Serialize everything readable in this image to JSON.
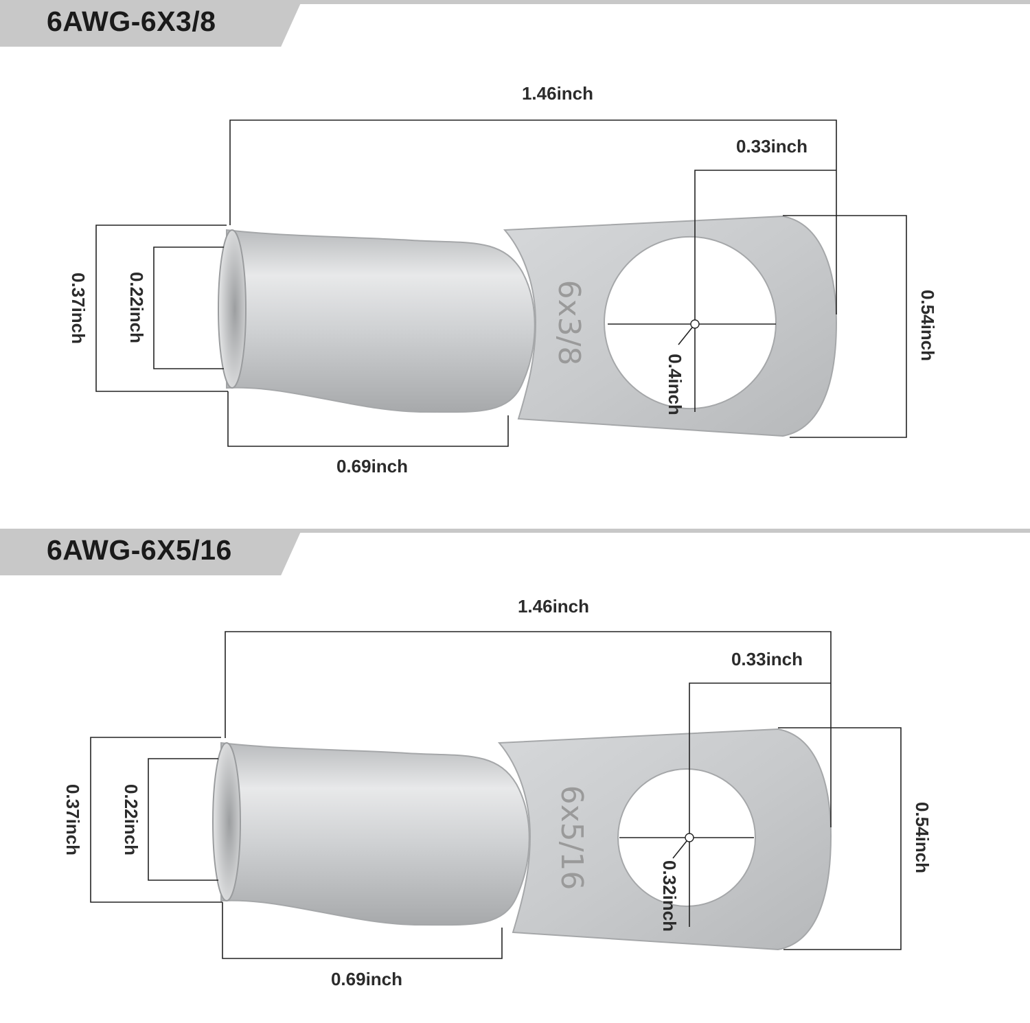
{
  "sections": [
    {
      "title": "6AWG-6X3/8",
      "stamp": "6x3/8",
      "dims": {
        "overall_length": "1.46inch",
        "hole_center_offset": "0.33inch",
        "outer_barrel_diameter": "0.37inch",
        "inner_barrel_diameter": "0.22inch",
        "barrel_length": "0.69inch",
        "tongue_width": "0.54inch",
        "hole_diameter": "0.4inch"
      }
    },
    {
      "title": "6AWG-6X5/16",
      "stamp": "6x5/16",
      "dims": {
        "overall_length": "1.46inch",
        "hole_center_offset": "0.33inch",
        "outer_barrel_diameter": "0.37inch",
        "inner_barrel_diameter": "0.22inch",
        "barrel_length": "0.69inch",
        "tongue_width": "0.54inch",
        "hole_diameter": "0.32inch"
      }
    }
  ],
  "colors": {
    "header_band": "#c8c8c8",
    "metal": "#c9cbcd"
  }
}
